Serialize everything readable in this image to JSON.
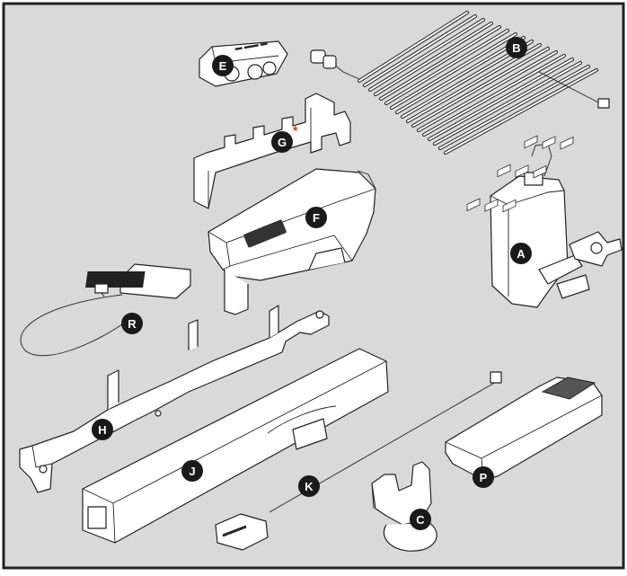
{
  "diagram": {
    "background_color": "#d9d9d9",
    "frame_color": "#222222",
    "badge_color": "#1a1a1a",
    "badge_text_color": "#ffffff",
    "asterisk_color": "#e03020",
    "labels": {
      "A": "A",
      "B": "B",
      "C": "C",
      "E": "E",
      "F": "F",
      "G": "G",
      "H": "H",
      "J": "J",
      "K": "K",
      "P": "P",
      "R": "R"
    },
    "g_marker": "*"
  }
}
